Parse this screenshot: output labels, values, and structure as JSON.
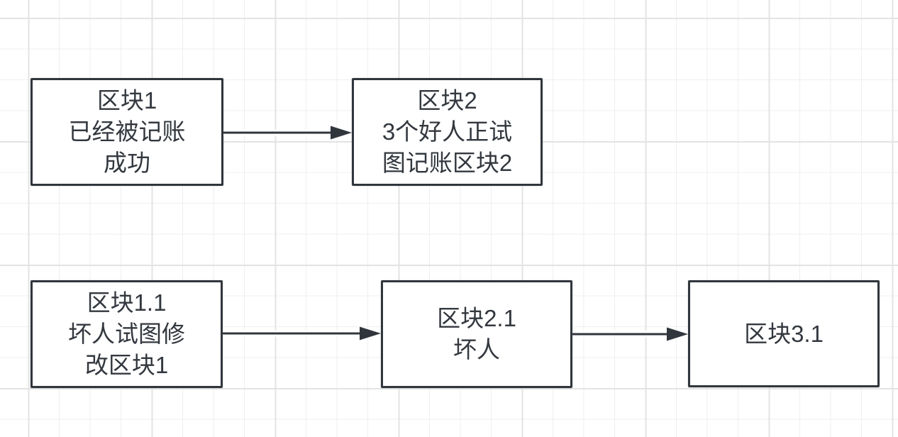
{
  "theme": {
    "stroke_color": "#31363d",
    "text_color": "#33383f",
    "canvas_background": "#ffffff",
    "grid_minor_color": "#efefef",
    "grid_major_color": "#e3e3e3"
  },
  "canvas": {
    "type": "flowchart-grid-canvas"
  },
  "diagram": {
    "nodes": [
      {
        "id": "block1",
        "label": "区块1\n已经被记账\n成功"
      },
      {
        "id": "block2",
        "label": "区块2\n3个好人正试\n图记账区块2"
      },
      {
        "id": "block1_1",
        "label": "区块1.1\n坏人试图修\n改区块1"
      },
      {
        "id": "block2_1",
        "label": "区块2.1\n坏人"
      },
      {
        "id": "block3_1",
        "label": "区块3.1"
      }
    ],
    "edges": [
      {
        "from": "block1",
        "to": "block2",
        "style": "solid-arrow"
      },
      {
        "from": "block1_1",
        "to": "block2_1",
        "style": "solid-arrow"
      },
      {
        "from": "block2_1",
        "to": "block3_1",
        "style": "solid-arrow"
      }
    ]
  }
}
